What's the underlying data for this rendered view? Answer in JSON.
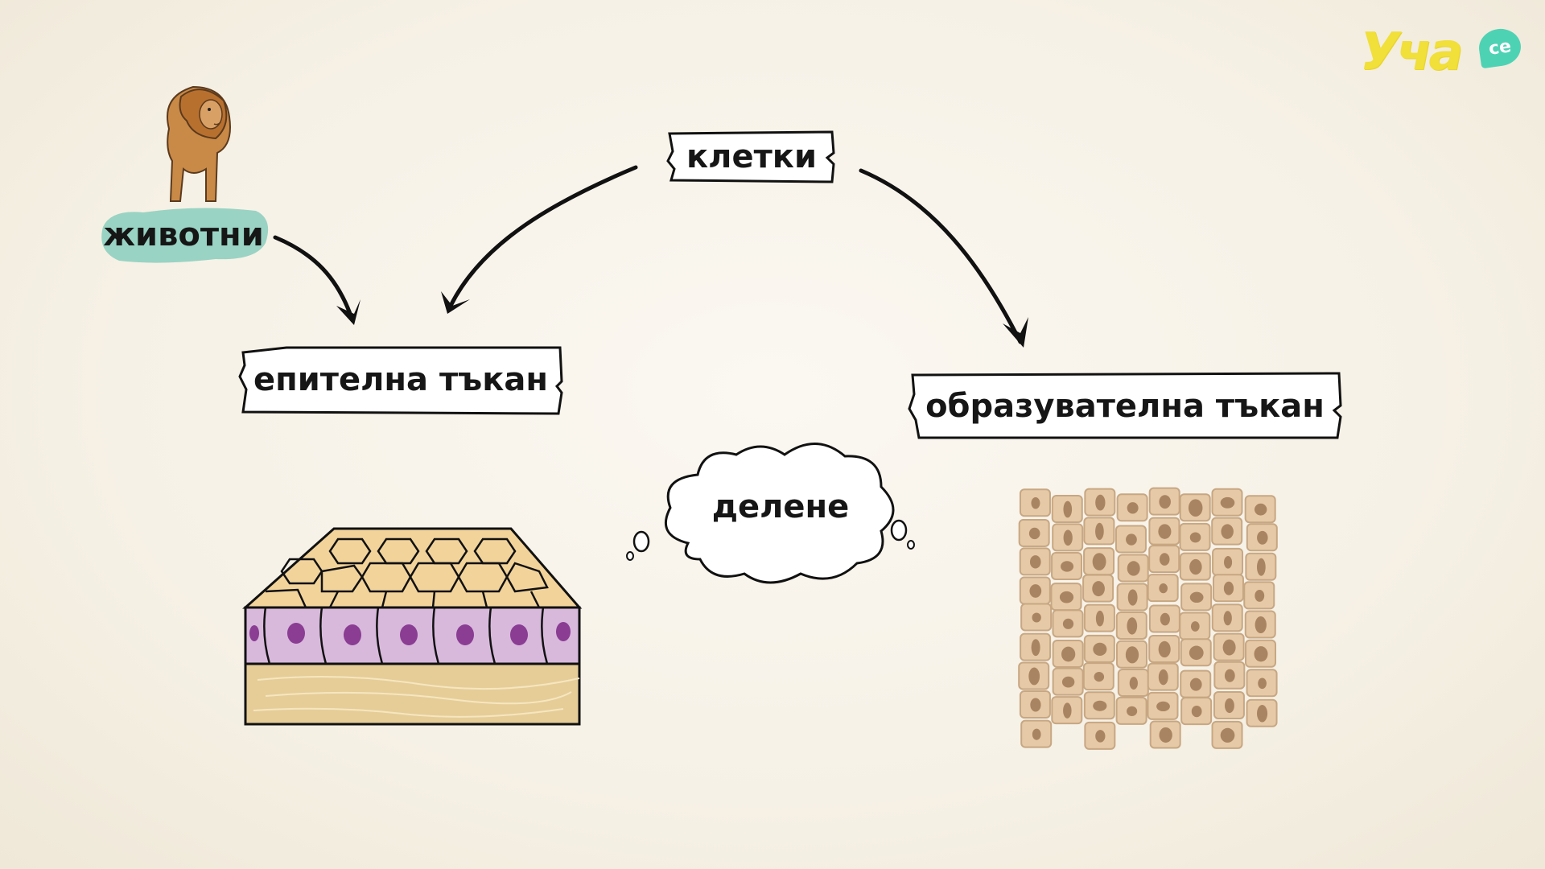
{
  "logo": {
    "text": "Уча",
    "badge": "се",
    "accent": "#f1df3a",
    "badge_color": "#4ed2b4"
  },
  "labels": {
    "cells": "клетки",
    "animals": "животни",
    "epithelial": "епителна тъкан",
    "formative": "образувателна тъкан",
    "division": "делене"
  },
  "icons": [
    "lion-icon",
    "epithelial-tissue-illustration",
    "formative-tissue-illustration",
    "thought-cloud-icon"
  ],
  "colors": {
    "background": "#f6f1e6",
    "animals_highlight": "#8fcfbf",
    "epithelial_top": "#f2d39a",
    "epithelial_cells": "#d8b9dc",
    "nucleus_purple": "#8a3d92",
    "connective": "#e6cd98",
    "formative_cells": "#e6c9a6",
    "formative_nucleus": "#a98463"
  }
}
